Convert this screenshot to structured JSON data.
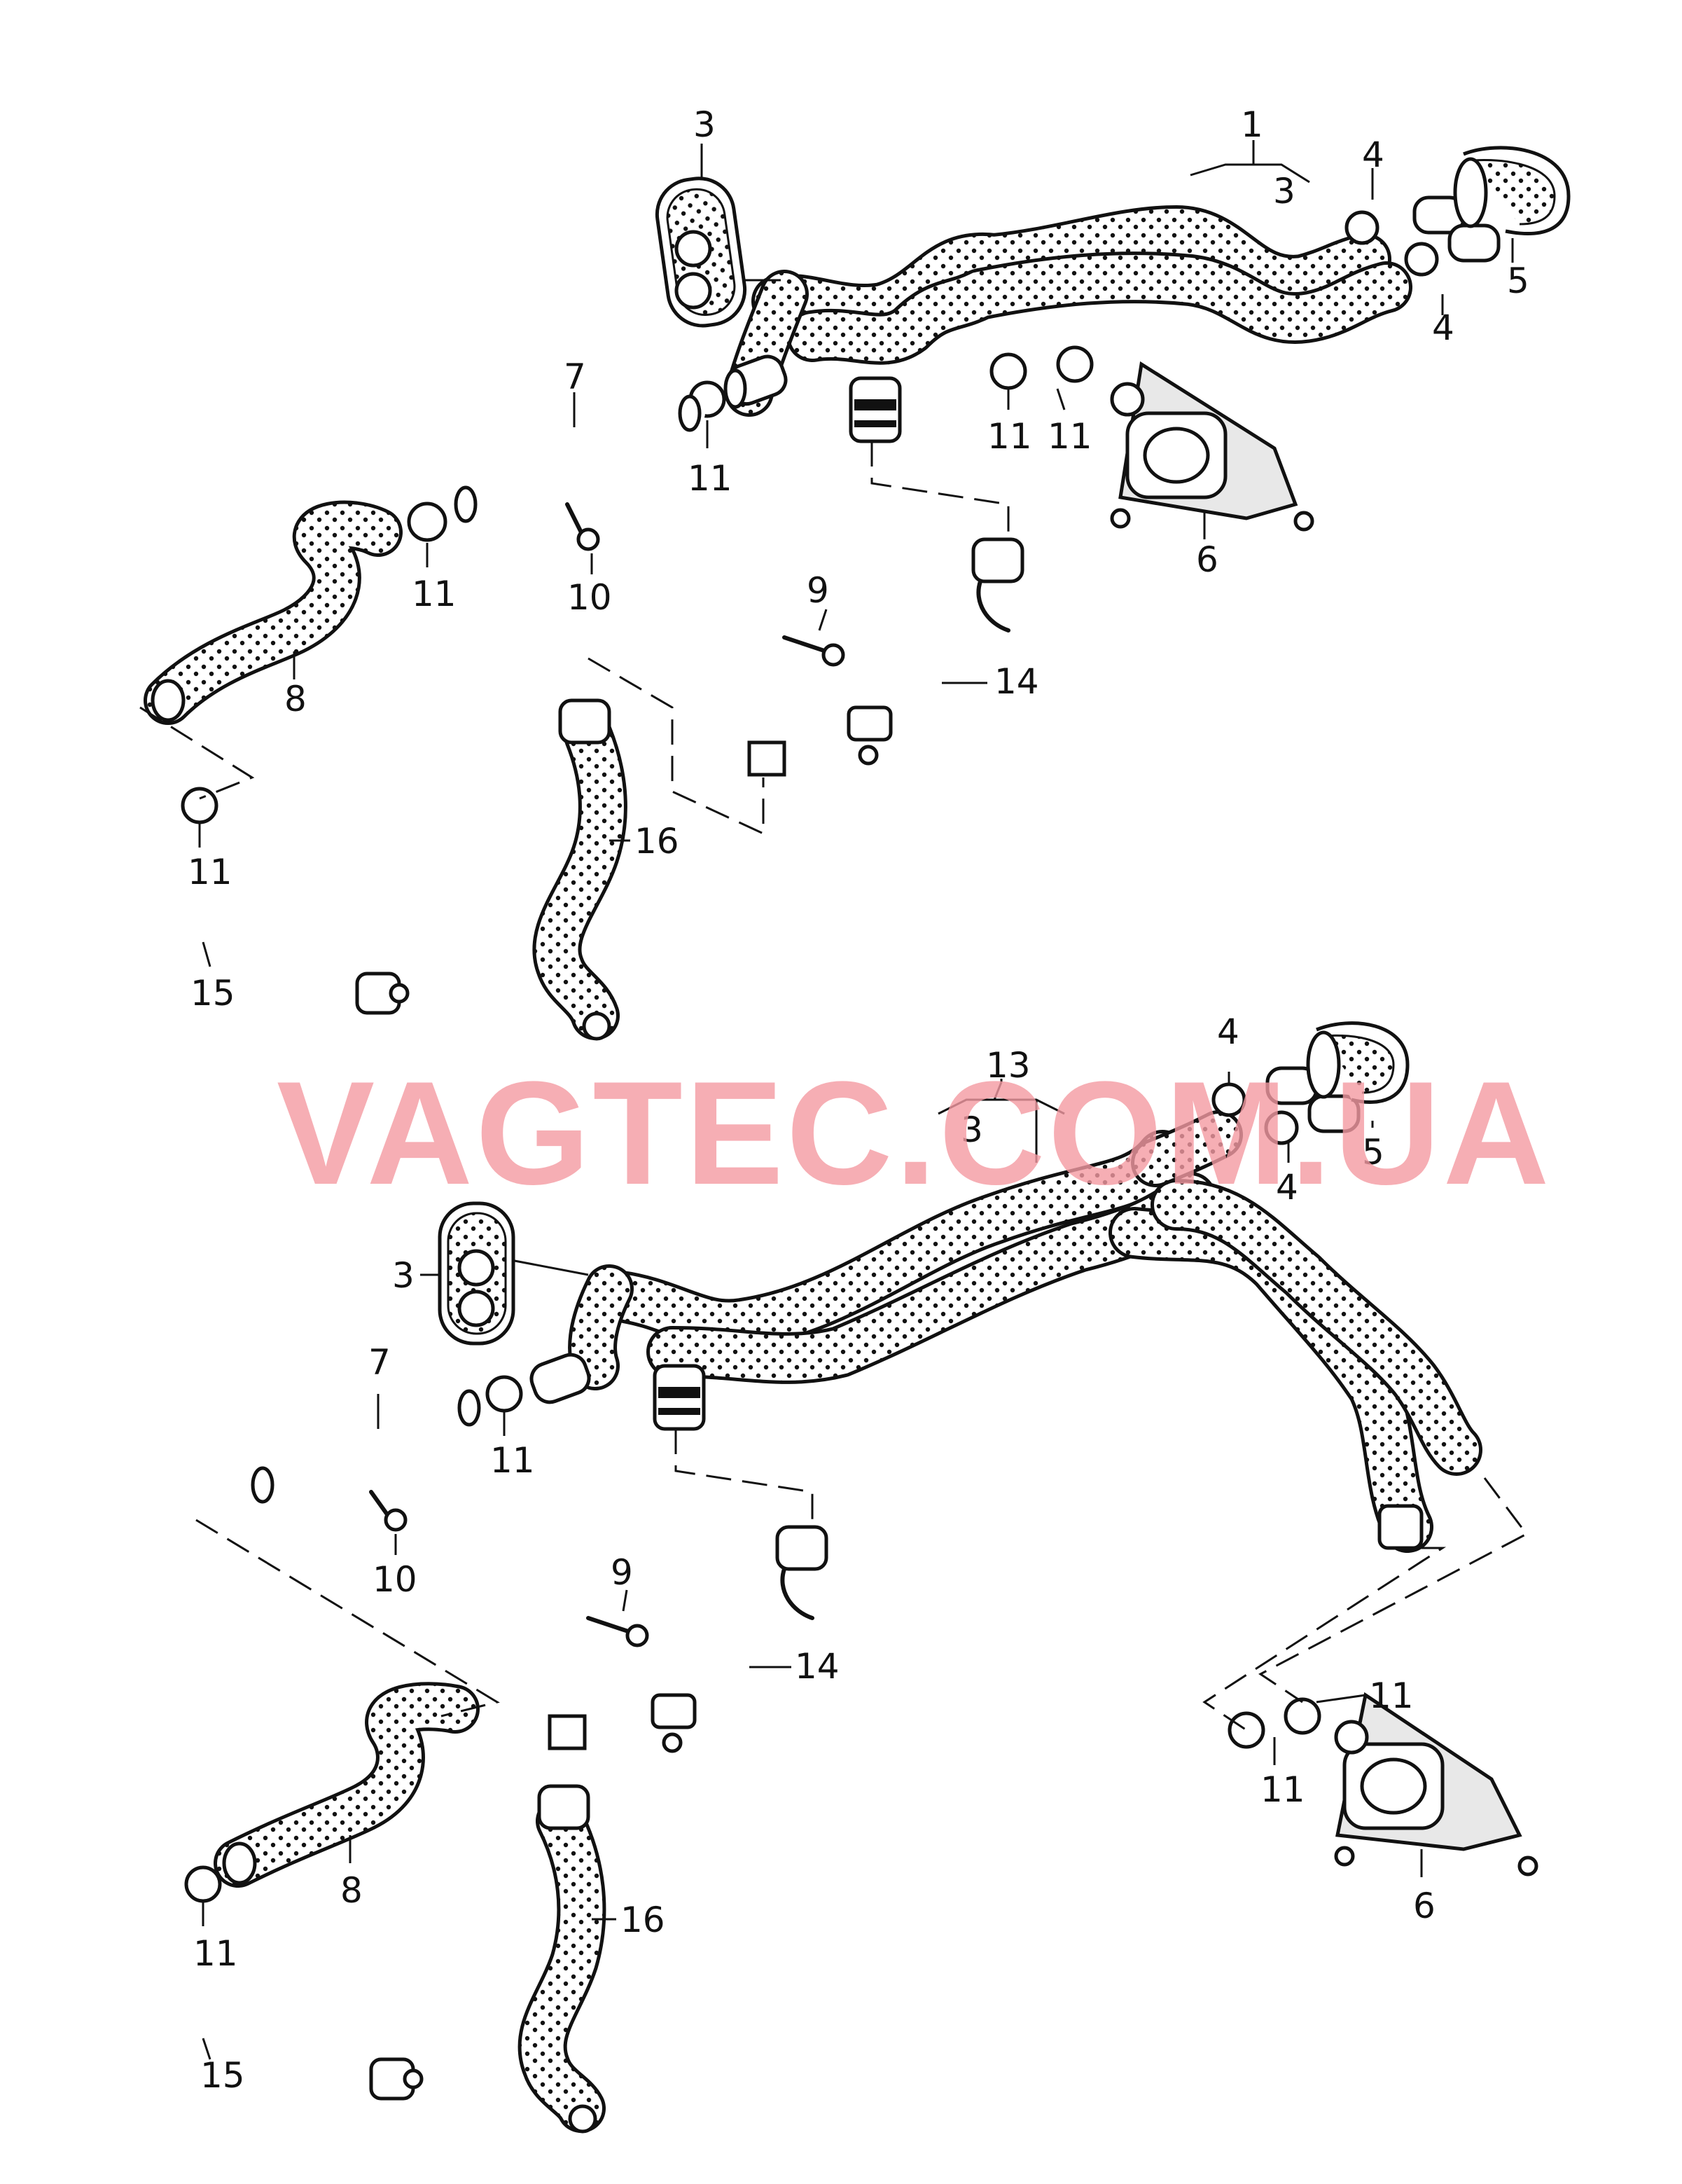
{
  "diagram": {
    "watermark": {
      "text": "VAGTEC.COM.UA",
      "color": "#f49aa2"
    },
    "colors": {
      "line": "#111111",
      "hose_fill": "#ffffff",
      "dots": "#111111"
    },
    "callouts": {
      "top": {
        "p1": "1",
        "p3a": "3",
        "p3b": "3",
        "p4a": "4",
        "p4b": "4",
        "p5": "5",
        "p6": "6",
        "p7": "7",
        "p8": "8",
        "p9": "9",
        "p10": "10",
        "p11a": "11",
        "p11b": "11",
        "p11c": "11",
        "p11d": "11",
        "p11e": "11",
        "p14": "14",
        "p15": "15",
        "p16": "16"
      },
      "bottom": {
        "p13": "13",
        "p3a": "3",
        "p3b": "3",
        "p4a": "4",
        "p4b": "4",
        "p5": "5",
        "p6": "6",
        "p7": "7",
        "p8": "8",
        "p9": "9",
        "p10": "10",
        "p11a": "11",
        "p11b": "11",
        "p11c": "11",
        "p11d": "11",
        "p14": "14",
        "p15": "15",
        "p16": "16"
      }
    }
  }
}
